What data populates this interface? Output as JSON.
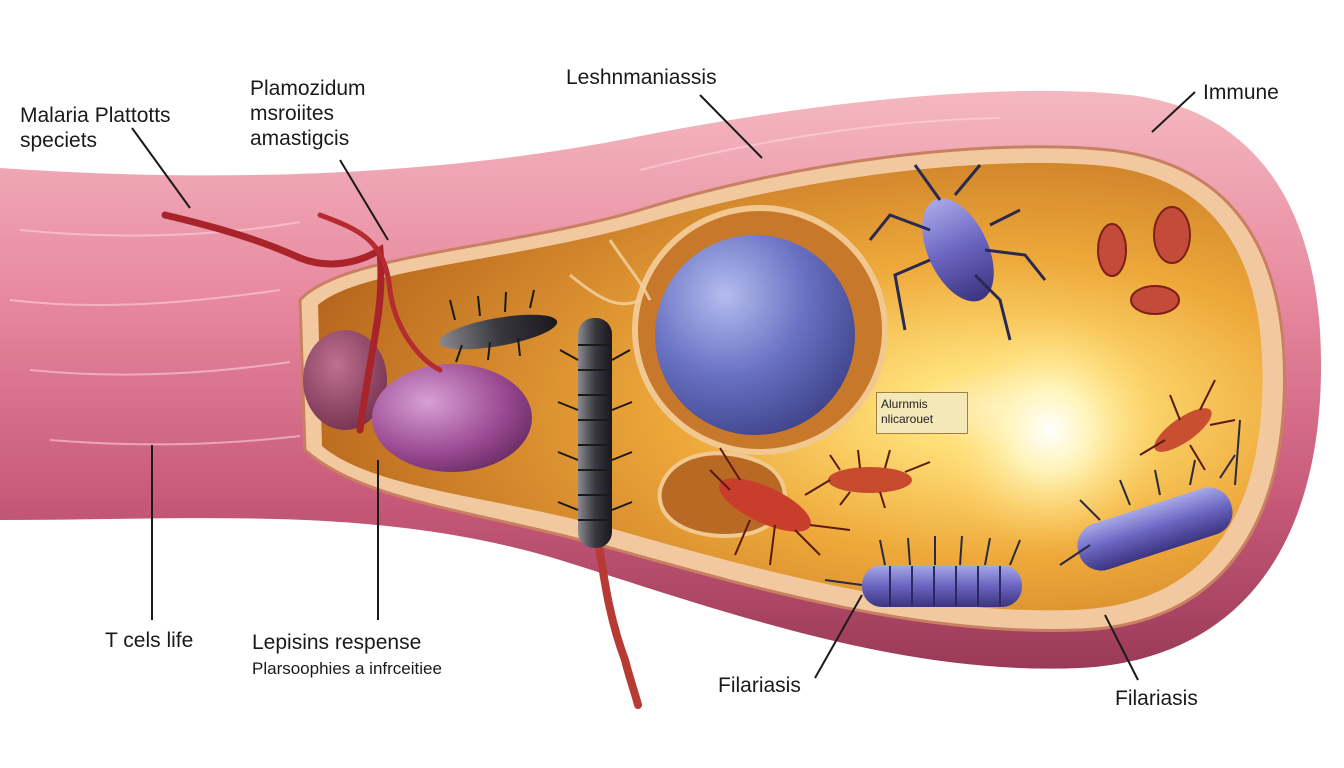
{
  "labels": {
    "malaria": [
      "Malaria Plattotts",
      "speciets"
    ],
    "plamozidum": [
      "Plamozidum",
      "msroiites",
      "amastigcis"
    ],
    "leshnmaniassis": "Leshnmaniassis",
    "immune": "Immune",
    "t_cells": "T cels life",
    "lepisins": "Lepisins respense",
    "plarsoophies": "Plarsoophies a infrceitiee",
    "filariasis_center": "Filariasis",
    "filariasis_right": "Filariasis"
  },
  "inset_label": [
    "Alurnmis",
    "nlicarouet"
  ],
  "colors": {
    "vessel_outer": "#b84a6a",
    "vessel_wall": "#e8a0a8",
    "cell_interior": "#e8a43a",
    "nucleus": "#6a70c0",
    "vacuole": "#9a4a90",
    "glow": "#fff8d0"
  }
}
